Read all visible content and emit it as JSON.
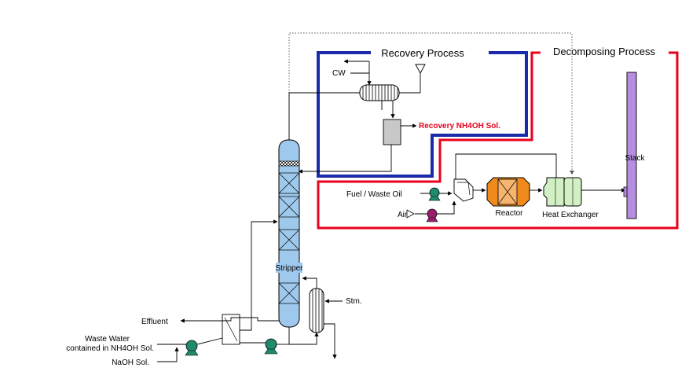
{
  "processes": {
    "recovery": "Recovery Process",
    "decomposing": "Decomposing Process"
  },
  "labels": {
    "cw": "CW",
    "recovery_nh4oh": "Recovery NH4OH Sol.",
    "stack": "Stack",
    "fuel": "Fuel / Waste Oil",
    "air": "Air",
    "reactor": "Reactor",
    "heat_exchanger": "Heat Exchanger",
    "stripper": "Stripper",
    "steam": "Stm.",
    "effluent": "Effluent",
    "waste_water_line1": "Waste Water",
    "waste_water_line2": "contained in NH4OH Sol.",
    "naoh": "NaOH Sol."
  },
  "colors": {
    "recovery_boundary": "#1a2aa8",
    "decomposing_boundary": "#e8001c",
    "stack": "#b58ee0",
    "column": "#9ec8ec",
    "reactor": "#f08a1c",
    "heat_exchanger": "#d2f0c4",
    "pump": "#1e8a6e",
    "air_pump": "#9c1c6e"
  }
}
